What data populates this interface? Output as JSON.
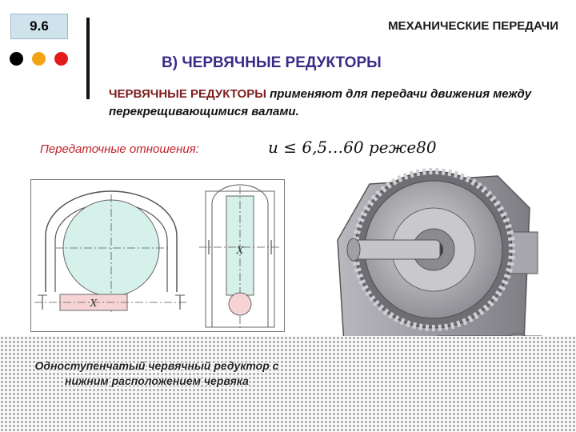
{
  "slide": {
    "number": "9.6",
    "section_header": "МЕХАНИЧЕСКИЕ ПЕРЕДАЧИ"
  },
  "colors": {
    "dot1": "#000000",
    "dot2": "#f2a417",
    "dot3": "#e31b1b",
    "title": "#3b2a86",
    "ratio_label": "#c0202a"
  },
  "title": "В) ЧЕРВЯЧНЫЕ РЕДУКТОРЫ",
  "description": {
    "term": "ЧЕРВЯЧНЫЕ РЕДУКТОРЫ",
    "text": "применяют для передачи движения между перекрещивающимися валами."
  },
  "ratio": {
    "label": "Передаточные отношения:",
    "formula": "u ≤ 6,5…60 реже80"
  },
  "diagram": {
    "shaft_label": "X",
    "worm_label": "X"
  },
  "caption": "Одноступенчатый червячный редуктор с нижним расположением червяка"
}
